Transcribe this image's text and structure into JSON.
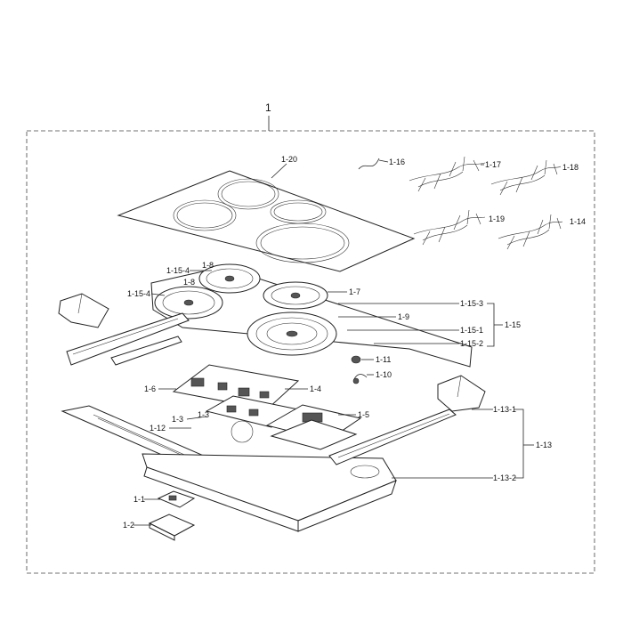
{
  "labels": {
    "assembly": "1",
    "p1_20": "1-20",
    "p1_16": "1-16",
    "p1_17": "1-17",
    "p1_18": "1-18",
    "p1_19": "1-19",
    "p1_14": "1-14",
    "p1_8a": "1-8",
    "p1_8b": "1-8",
    "p1_15_4a": "1-15-4",
    "p1_15_4b": "1-15-4",
    "p1_7": "1-7",
    "p1_15_3": "1-15-3",
    "p1_9": "1-9",
    "p1_15": "1-15",
    "p1_15_1": "1-15-1",
    "p1_15_2": "1-15-2",
    "p1_11": "1-11",
    "p1_10": "1-10",
    "p1_6": "1-6",
    "p1_4": "1-4",
    "p1_3": "1-3",
    "p1_3b": "1-3",
    "p1_5": "1-5",
    "p1_12": "1-12",
    "p1_13_1": "1-13-1",
    "p1_13": "1-13",
    "p1_13_2": "1-13-2",
    "p1_1": "1-1",
    "p1_2": "1-2"
  }
}
